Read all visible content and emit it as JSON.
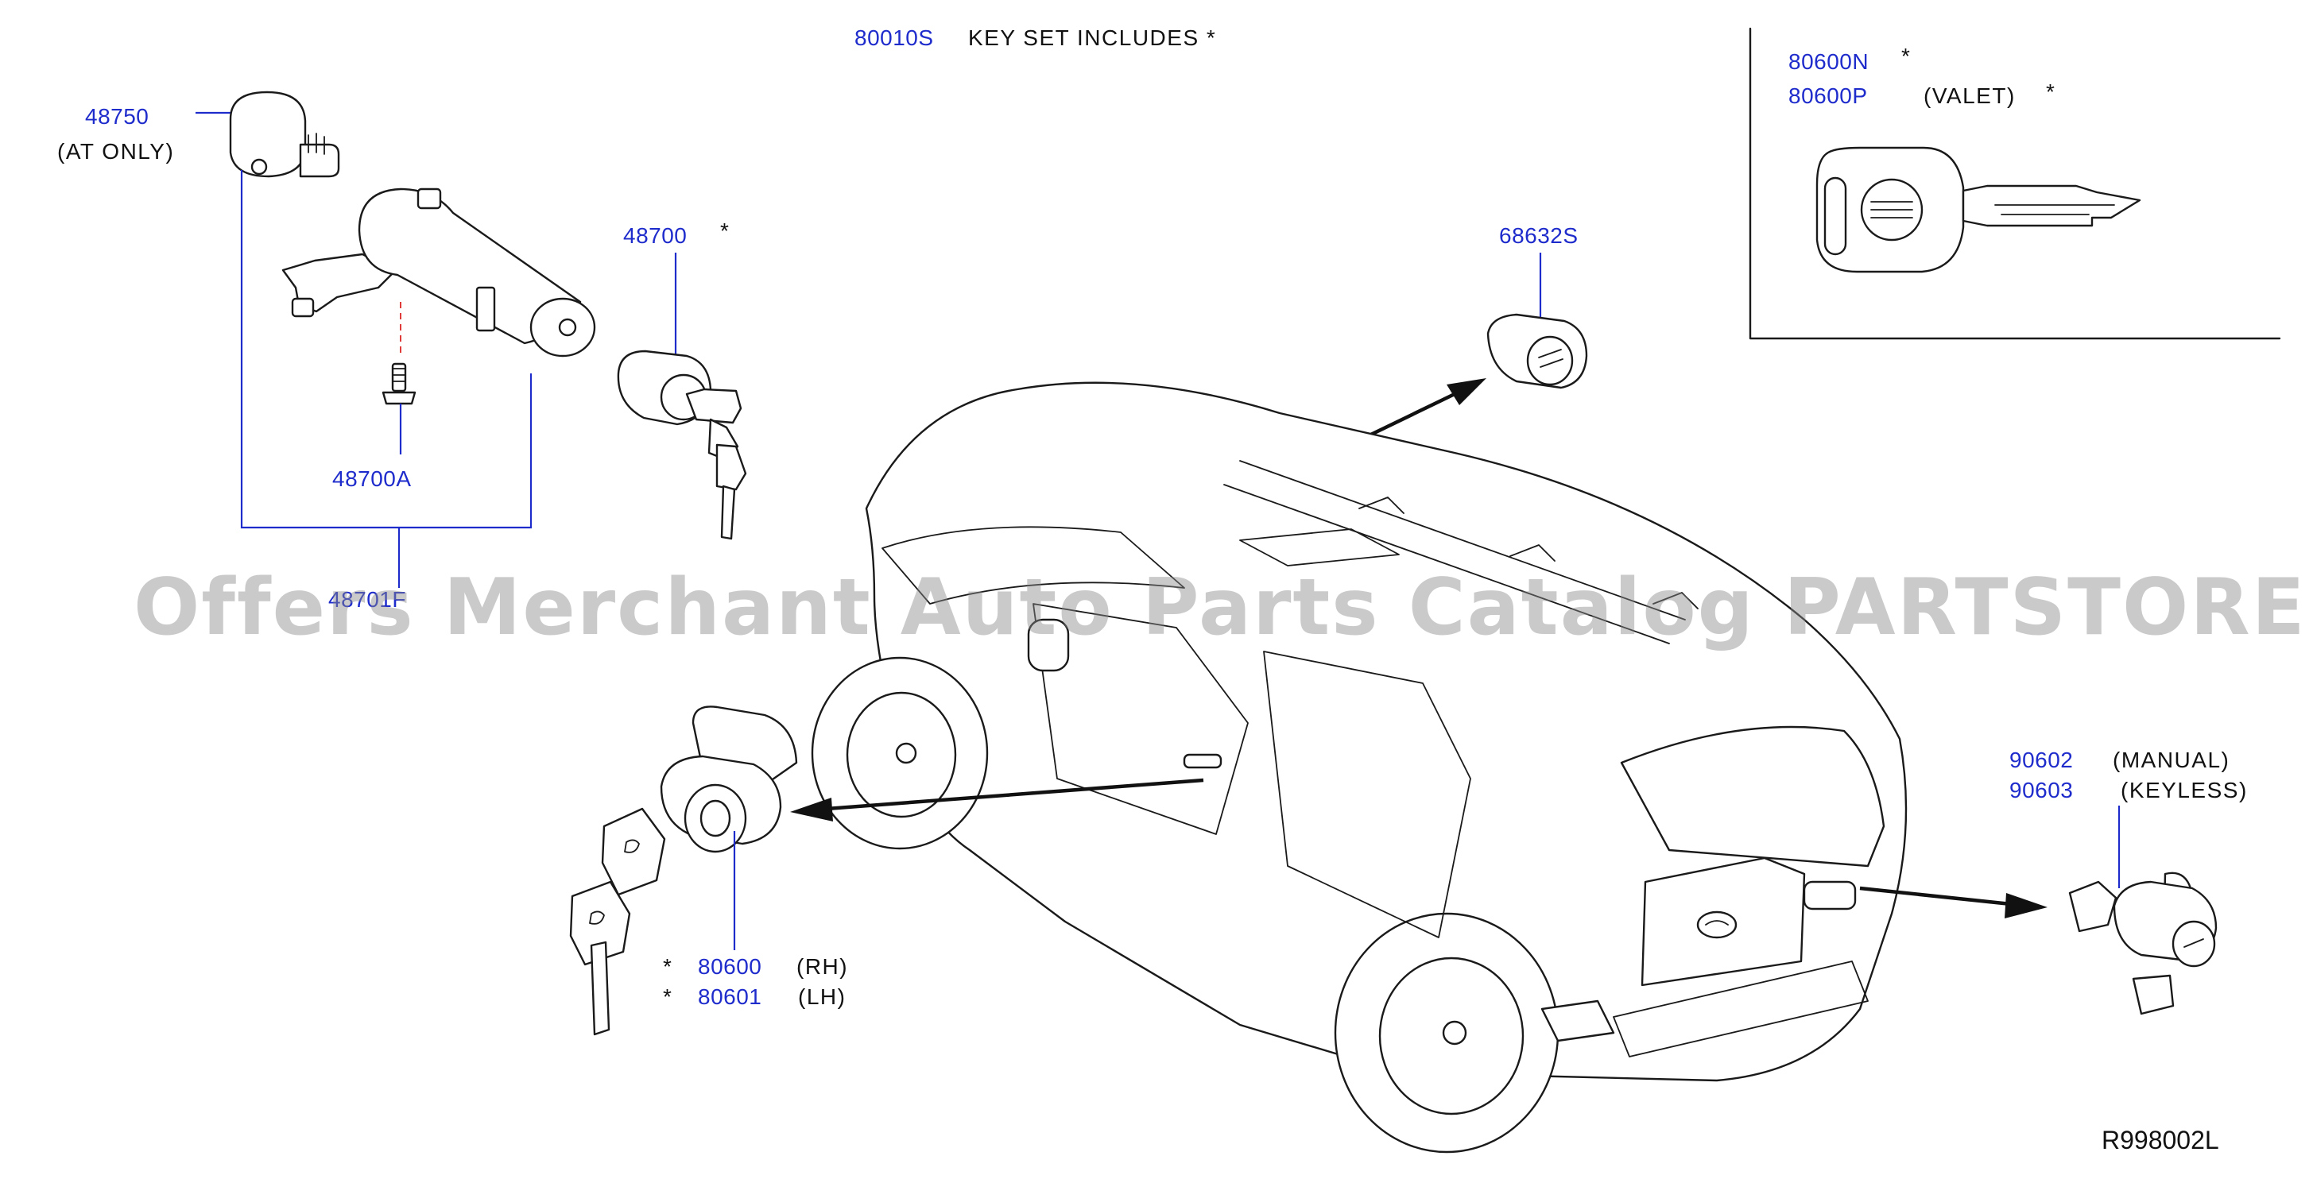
{
  "header": {
    "kit_number": "80010S",
    "kit_note": "KEY  SET  INCLUDES  *"
  },
  "parts": [
    {
      "id": "p48750",
      "number": "48750",
      "note": "(AT  ONLY)"
    },
    {
      "id": "p48700",
      "number": "48700",
      "note": "*"
    },
    {
      "id": "p48700A",
      "number": "48700A",
      "note": ""
    },
    {
      "id": "p48701F",
      "number": "48701F",
      "note": ""
    },
    {
      "id": "p68632S",
      "number": "68632S",
      "note": ""
    },
    {
      "id": "p80600",
      "number": "80600",
      "note": "(RH)",
      "prefix": "*"
    },
    {
      "id": "p80601",
      "number": "80601",
      "note": "(LH)",
      "prefix": "*"
    },
    {
      "id": "p90602",
      "number": "90602",
      "note": "(MANUAL)"
    },
    {
      "id": "p90603",
      "number": "90603",
      "note": "(KEYLESS)"
    }
  ],
  "inset": {
    "parts": [
      {
        "number": "80600N",
        "note": "*"
      },
      {
        "number": "80600P",
        "note": "(VALET)",
        "suffix": "*"
      }
    ]
  },
  "reference": "R998002L",
  "watermark": "Offers Merchant Auto Parts Catalog PARTSTORE.SA",
  "colors": {
    "part_label": "#1f2ccc",
    "text": "#111111",
    "watermark": "#8a8a8a"
  }
}
